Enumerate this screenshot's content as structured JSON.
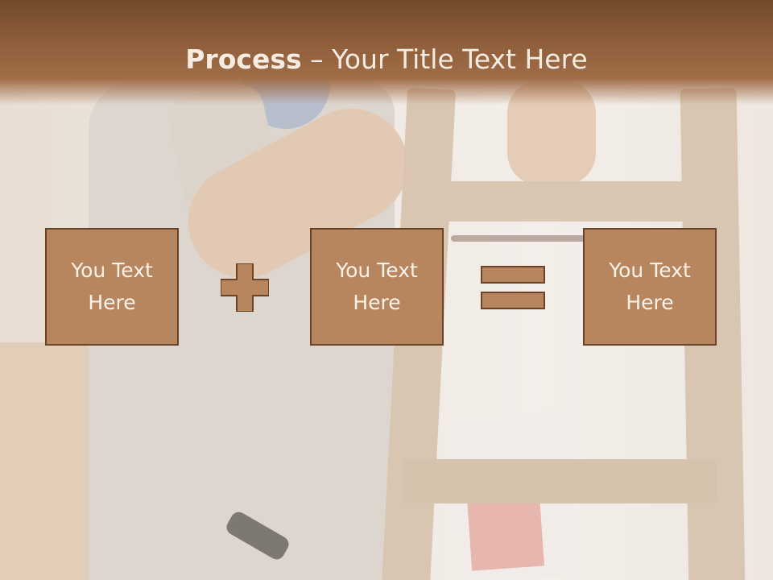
{
  "slide": {
    "title_bold": "Process",
    "title_rest": " – Your Title Text Here"
  },
  "process": {
    "boxes": [
      {
        "line1": "You Text",
        "line2": "Here"
      },
      {
        "line1": "You Text",
        "line2": "Here"
      },
      {
        "line1": "You Text",
        "line2": "Here"
      }
    ],
    "operators": [
      "plus-icon",
      "equals-icon"
    ]
  },
  "colors": {
    "header": "#8e5e3a",
    "box_fill": "#b8865e",
    "box_border": "#6b4427",
    "text": "#fbf3ea"
  }
}
